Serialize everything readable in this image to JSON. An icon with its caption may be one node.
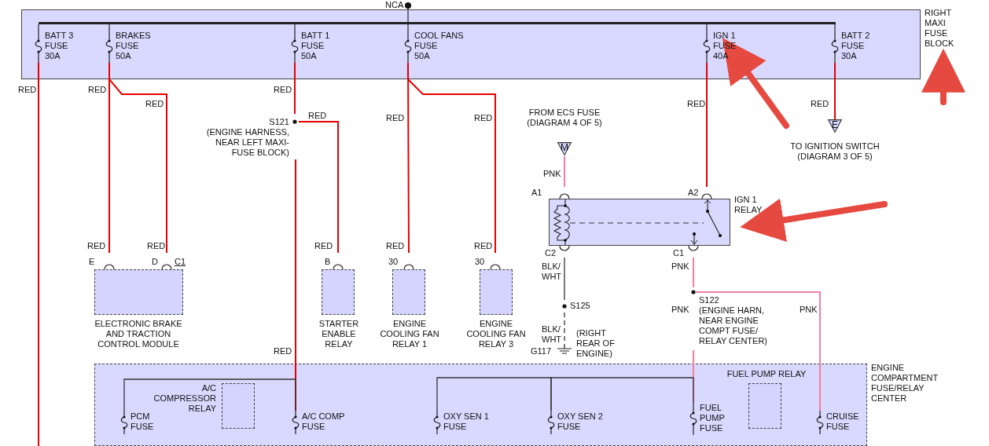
{
  "diagram": {
    "nodes": [
      {
        "text": [
          "RIGHT MAXI FUSE BLOCK"
        ]
      },
      {
        "text": [
          "BATT 3 FUSE",
          "30A"
        ],
        "in": 0
      },
      {
        "text": [
          "BRAKES FUSE",
          "50A"
        ],
        "in": 0
      },
      {
        "text": [
          "BATT 1 FUSE",
          "50A"
        ],
        "in": 0
      },
      {
        "text": [
          "COOL FANS FUSE",
          "50A"
        ],
        "in": 0
      },
      {
        "text": [
          "IGN 1 FUSE",
          "40A"
        ],
        "in": 0
      },
      {
        "text": [
          "BATT 2 FUSE",
          "30A"
        ],
        "in": 0
      },
      {
        "text": [
          "S121",
          "(ENGINE HARNESS, NEAR LEFT MAXI- FUSE BLOCK)"
        ]
      },
      {
        "text": [
          "ELECTRONIC BRAKE AND TRACTION CONTROL MODULE"
        ],
        "beside": [
          "E",
          "D",
          "C1"
        ]
      },
      {
        "text": [
          "STARTER ENABLE RELAY"
        ],
        "beside": [
          "B"
        ]
      },
      {
        "text": [
          "ENGINE COOLING FAN RELAY 1"
        ],
        "beside": [
          "30"
        ]
      },
      {
        "text": [
          "ENGINE COOLING FAN RELAY 3"
        ],
        "beside": [
          "30"
        ]
      },
      {
        "text": [
          "M"
        ],
        "beside": [
          "FROM ECS FUSE (DIAGRAM 4 OF 5)"
        ]
      },
      {
        "text": [
          "E"
        ],
        "beside": [
          "TO IGNITION SWITCH (DIAGRAM 3 OF 5)"
        ]
      },
      {
        "text": [
          "IGN 1 RELAY"
        ],
        "beside": [
          "A1",
          "A2",
          "C2",
          "C1"
        ]
      },
      {
        "text": [
          "S125"
        ]
      },
      {
        "text": [
          "G117"
        ],
        "beside": [
          "(RIGHT REAR OF ENGINE)"
        ]
      },
      {
        "text": [
          "S122",
          "(ENGINE HARN, NEAR ENGINE COMPT FUSE/ RELAY CENTER)"
        ]
      },
      {
        "text": [
          "ENGINE COMPARTMENT FUSE/RELAY CENTER"
        ]
      },
      {
        "text": [
          "PCM FUSE"
        ],
        "in": 18
      },
      {
        "text": [
          "A/C COMPRESSOR RELAY"
        ],
        "in": 18
      },
      {
        "text": [
          "A/C COMP FUSE"
        ],
        "in": 18
      },
      {
        "text": [
          "OXY SEN 1 FUSE"
        ],
        "in": 18
      },
      {
        "text": [
          "OXY SEN 2 FUSE"
        ],
        "in": 18
      },
      {
        "text": [
          "FUEL PUMP RELAY"
        ],
        "in": 18
      },
      {
        "text": [
          "FUEL PUMP FUSE"
        ],
        "in": 18
      },
      {
        "text": [
          "CRUISE FUSE"
        ],
        "in": 18
      },
      {
        "text": [],
        "shape": "bar",
        "in": 0
      },
      {
        "text": [
          "NCA"
        ]
      }
    ],
    "edges": [
      {
        "from": 1,
        "to": null,
        "arrow": "none",
        "label": "RED",
        "color": "#e60000"
      },
      {
        "from": 2,
        "to": 8,
        "arrow": "none",
        "label": "RED",
        "color": "#e60000"
      },
      {
        "from": 2,
        "to": 8,
        "arrow": "none",
        "label": "RED",
        "color": "#e60000"
      },
      {
        "from": 3,
        "to": 7,
        "arrow": "none",
        "label": "RED",
        "color": "#e60000"
      },
      {
        "from": 7,
        "to": 9,
        "arrow": "none",
        "label": "RED",
        "color": "#e60000"
      },
      {
        "from": 7,
        "to": 21,
        "arrow": "none",
        "label": "RED",
        "color": "#e60000"
      },
      {
        "from": 4,
        "to": 10,
        "arrow": "none",
        "label": "RED",
        "color": "#e60000"
      },
      {
        "from": 4,
        "to": 11,
        "arrow": "none",
        "label": "RED",
        "color": "#e60000"
      },
      {
        "from": 5,
        "to": 14,
        "arrow": "none",
        "label": "RED",
        "color": "#e60000"
      },
      {
        "from": 6,
        "to": 13,
        "arrow": "none",
        "label": "RED",
        "color": "#e60000"
      },
      {
        "from": 12,
        "to": 14,
        "arrow": "none",
        "label": "PNK",
        "color": "#f27fa0"
      },
      {
        "from": 14,
        "to": 15,
        "arrow": "none",
        "label": "BLK/ WHT",
        "color": "#333333"
      },
      {
        "from": 15,
        "to": 16,
        "arrow": "none",
        "label": "BLK/ WHT",
        "style": "dashed",
        "color": "#333333"
      },
      {
        "from": 14,
        "to": 17,
        "arrow": "none",
        "label": "PNK",
        "color": "#f27fa0"
      },
      {
        "from": 17,
        "to": 25,
        "arrow": "none",
        "label": "PNK",
        "color": "#f27fa0"
      },
      {
        "from": 17,
        "to": 26,
        "arrow": "none",
        "label": "PNK",
        "color": "#f27fa0"
      },
      {
        "from": 21,
        "to": 19,
        "arrow": "none",
        "color": "#333333"
      },
      {
        "from": 22,
        "to": 23,
        "arrow": "none",
        "color": "#333333"
      },
      {
        "from": 23,
        "to": 25,
        "arrow": "none",
        "color": "#333333"
      },
      {
        "from": null,
        "to": 5,
        "arrow": "to",
        "style": "thick",
        "color": "#e5493f"
      },
      {
        "from": null,
        "to": 14,
        "arrow": "to",
        "style": "thick",
        "color": "#e5493f"
      },
      {
        "from": null,
        "to": 0,
        "arrow": "to",
        "style": "thick",
        "color": "#e5493f"
      },
      {
        "from": 28,
        "to": 27,
        "arrow": "none",
        "color": "#333333"
      },
      {
        "from": 27,
        "to": 1,
        "arrow": "none",
        "color": "#333333"
      },
      {
        "from": 27,
        "to": 2,
        "arrow": "none",
        "color": "#333333"
      },
      {
        "from": 27,
        "to": 3,
        "arrow": "none",
        "color": "#333333"
      },
      {
        "from": 27,
        "to": 4,
        "arrow": "none",
        "color": "#333333"
      },
      {
        "from": 27,
        "to": 5,
        "arrow": "none",
        "color": "#333333"
      },
      {
        "from": 27,
        "to": 6,
        "arrow": "none",
        "color": "#333333"
      }
    ],
    "labels": [
      "RED",
      "RED",
      "RED",
      "RED",
      "RED"
    ]
  }
}
